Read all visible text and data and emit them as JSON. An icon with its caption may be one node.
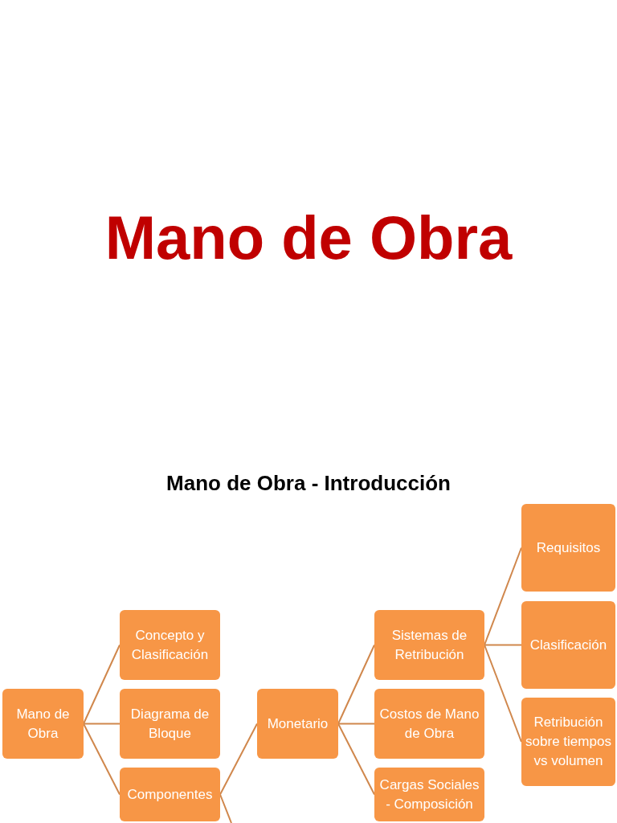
{
  "diagram": {
    "title": "Mano de Obra",
    "nodes": [
      {
        "text": [
          "Mano de Obra"
        ]
      },
      {
        "text": [
          "Concepto y Clasificación"
        ]
      },
      {
        "text": [
          "Diagrama de Bloque"
        ]
      },
      {
        "text": [
          "Componentes"
        ]
      },
      {
        "text": [
          "Monetario"
        ]
      },
      {
        "text": [
          "Sistemas de Retribución"
        ]
      },
      {
        "text": [
          "Costos de Mano de Obra"
        ]
      },
      {
        "text": [
          "Cargas Sociales - Composición"
        ]
      },
      {
        "text": [
          "Requisitos"
        ]
      },
      {
        "text": [
          "Clasificación"
        ]
      },
      {
        "text": [
          "Retribución sobre tiempos vs volumen"
        ]
      }
    ],
    "edges": [
      {
        "from": 0,
        "to": 1,
        "arrow": "none"
      },
      {
        "from": 0,
        "to": 2,
        "arrow": "none"
      },
      {
        "from": 0,
        "to": 3,
        "arrow": "none"
      },
      {
        "from": 3,
        "to": 4,
        "arrow": "none"
      },
      {
        "from": 3,
        "to": null,
        "arrow": "none"
      },
      {
        "from": 4,
        "to": 5,
        "arrow": "none"
      },
      {
        "from": 4,
        "to": 6,
        "arrow": "none"
      },
      {
        "from": 4,
        "to": 7,
        "arrow": "none"
      },
      {
        "from": 5,
        "to": 8,
        "arrow": "none"
      },
      {
        "from": 5,
        "to": 9,
        "arrow": "none"
      },
      {
        "from": 5,
        "to": 10,
        "arrow": "none"
      }
    ],
    "labels": [
      "Mano de Obra - Introducción"
    ]
  }
}
